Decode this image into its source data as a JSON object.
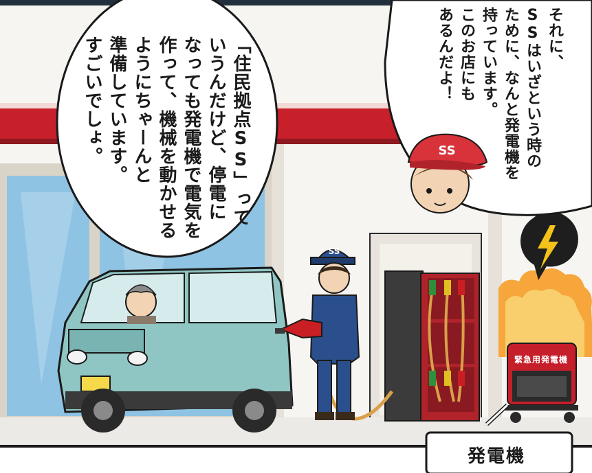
{
  "panel": {
    "staff_bubble_lines": [
      "それに、",
      "SSはいざという時の",
      "ために、なんと発電機を",
      "持っています。",
      "このお店にも",
      "あるんだよ！"
    ],
    "narration_bubble_lines": [
      "「住民拠点SS」って",
      "いうんだけど、停電に",
      "なっても発電機で電気を",
      "作って、機械を動かせる",
      "ようにちゃーんと",
      "準備しています。",
      "すごいでしょ。"
    ],
    "cap_logo": "SS",
    "attendant_cap_logo": "SS",
    "generator_label": "緊急用発電機",
    "callout_label": "発電機"
  },
  "colors": {
    "station_red": "#c8202a",
    "car_body": "#8fc6c4",
    "uniform_blue": "#2a4f8c",
    "generator_red": "#c41f2a",
    "burst_orange": "#f6a63a",
    "bolt_yellow": "#f5c21a"
  }
}
